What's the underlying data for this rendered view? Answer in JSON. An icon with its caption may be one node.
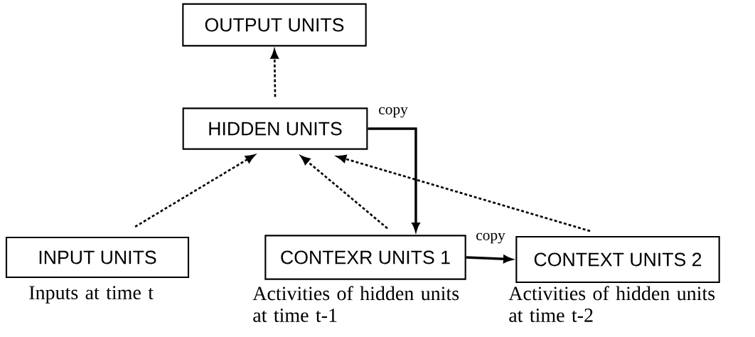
{
  "diagram": {
    "nodes": [
      {
        "text": [
          "OUTPUT UNITS"
        ]
      },
      {
        "text": [
          "HIDDEN UNITS"
        ]
      },
      {
        "text": [
          "INPUT UNITS"
        ],
        "beside": [
          "Inputs at time t"
        ]
      },
      {
        "text": [
          "CONTEXR UNITS 1"
        ],
        "beside": [
          "Activities of hidden units at time t-1"
        ]
      },
      {
        "text": [
          "CONTEXT UNITS 2"
        ],
        "beside": [
          "Activities of hidden units at time t-2"
        ]
      }
    ],
    "edges": [
      {
        "from": 1,
        "to": 0,
        "arrow": "to",
        "style": "dashed"
      },
      {
        "from": 2,
        "to": 1,
        "arrow": "to",
        "style": "dashed"
      },
      {
        "from": 3,
        "to": 1,
        "arrow": "to",
        "style": "dashed"
      },
      {
        "from": 4,
        "to": 1,
        "arrow": "to",
        "style": "dashed"
      },
      {
        "from": 1,
        "to": 3,
        "arrow": "to",
        "label": "copy"
      },
      {
        "from": 3,
        "to": 4,
        "arrow": "to",
        "label": "copy"
      }
    ]
  }
}
